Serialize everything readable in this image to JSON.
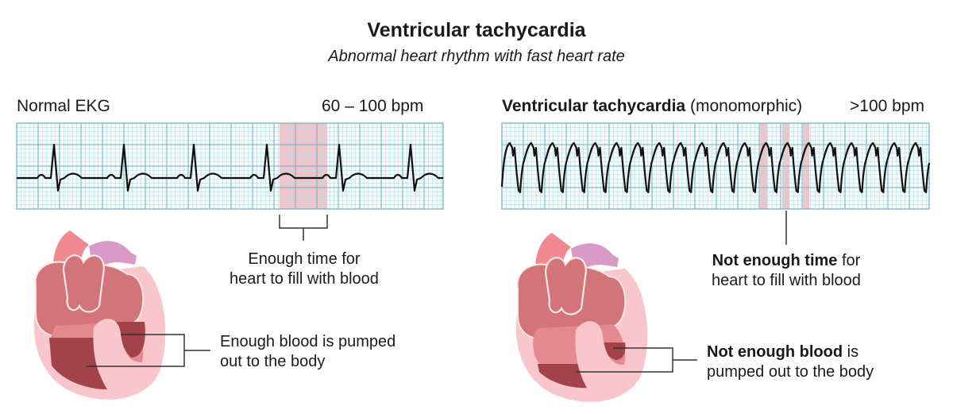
{
  "title": "Ventricular tachycardia",
  "subtitle": "Abnormal heart rhythm with fast heart rate",
  "left": {
    "strip_label": "Normal EKG",
    "rate": "60 – 100 bpm",
    "fill_caption_line1": "Enough time for",
    "fill_caption_line2": "heart to fill with blood",
    "pump_caption_line1": "Enough blood is pumped",
    "pump_caption_line2": "out to the body"
  },
  "right": {
    "strip_label_bold": "Ventricular tachycardia",
    "strip_label_rest": "(monomorphic)",
    "rate": ">100 bpm",
    "fill_caption_bold": "Not enough time",
    "fill_caption_rest": "for",
    "fill_caption_line2": "heart to fill with blood",
    "pump_caption_bold": "Not enough blood",
    "pump_caption_rest": "is",
    "pump_caption_line2": "pumped out to the body"
  },
  "colors": {
    "grid_minor": "#b9dde2",
    "grid_major": "#6fb0bd",
    "highlight": "#f2b8c2",
    "trace": "#111111"
  }
}
